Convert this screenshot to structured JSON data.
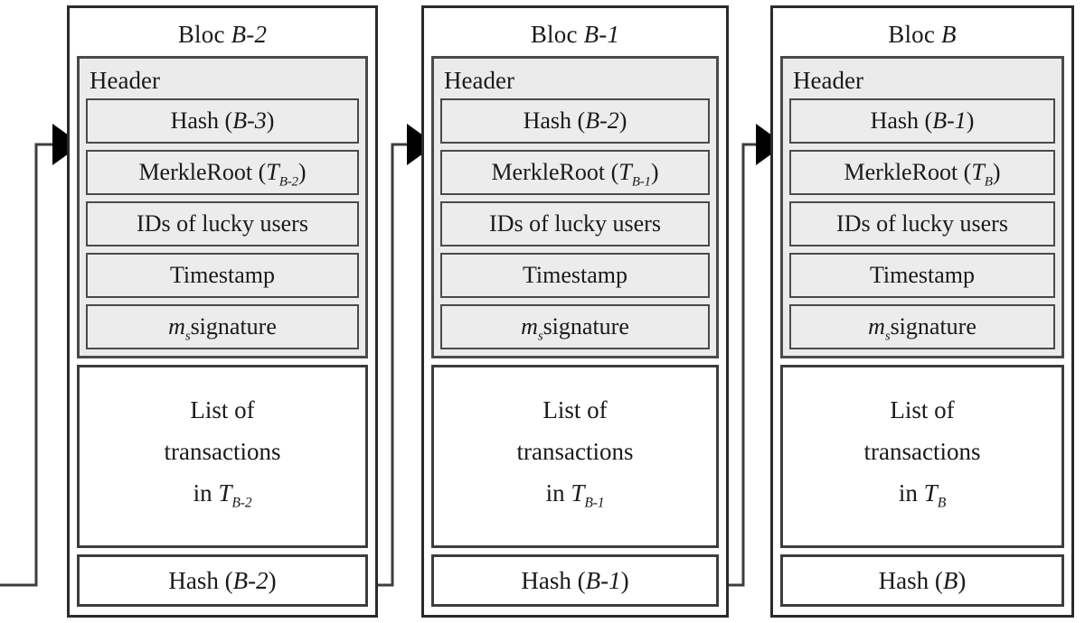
{
  "diagram": {
    "title": "Blockchain block structure chain",
    "colors": {
      "outline": "#2b2b2b",
      "field_border": "#4a4a4a",
      "header_fill": "#ebebeb",
      "field_fill": "#ececec",
      "body_fill": "#ffffff",
      "arrow": "#000000"
    },
    "labels": {
      "header": "Header",
      "ids_of_lucky_users": "IDs of lucky users",
      "timestamp": "Timestamp",
      "signature_symbol": "m",
      "signature_subscript": "s",
      "signature_word": "signature",
      "list_line_1": "List of",
      "list_line_2": "transactions",
      "list_line_3_prefix": "in ",
      "hash_word": "Hash",
      "merkleroot_word": "MerkleRoot",
      "bloc_word": "Bloc"
    },
    "blocks": [
      {
        "id": "block-b-minus-2",
        "title_prefix": "Bloc ",
        "title_index": "B-2",
        "header_label": "Header",
        "prev_hash_label": "Hash (",
        "prev_hash_index": "B-3",
        "prev_hash_close": ")",
        "merkle_label": "MerkleRoot (",
        "merkle_symbol": "T",
        "merkle_subscript": "B-2",
        "merkle_close": ")",
        "ids_label": "IDs of lucky users",
        "timestamp_label": "Timestamp",
        "signature_sym": "m",
        "signature_sub": "s",
        "signature_text": "signature",
        "tx_line1": "List of",
        "tx_line2": "transactions",
        "tx_line3_prefix": "in ",
        "tx_symbol": "T",
        "tx_subscript": "B-2",
        "own_hash_label": "Hash (",
        "own_hash_index": "B-2",
        "own_hash_close": ")"
      },
      {
        "id": "block-b-minus-1",
        "title_prefix": "Bloc ",
        "title_index": "B-1",
        "header_label": "Header",
        "prev_hash_label": "Hash (",
        "prev_hash_index": "B-2",
        "prev_hash_close": ")",
        "merkle_label": "MerkleRoot (",
        "merkle_symbol": "T",
        "merkle_subscript": "B-1",
        "merkle_close": ")",
        "ids_label": "IDs of lucky users",
        "timestamp_label": "Timestamp",
        "signature_sym": "m",
        "signature_sub": "s",
        "signature_text": "signature",
        "tx_line1": "List of",
        "tx_line2": "transactions",
        "tx_line3_prefix": "in ",
        "tx_symbol": "T",
        "tx_subscript": "B-1",
        "own_hash_label": "Hash (",
        "own_hash_index": "B-1",
        "own_hash_close": ")"
      },
      {
        "id": "block-b",
        "title_prefix": "Bloc ",
        "title_index": "B",
        "header_label": "Header",
        "prev_hash_label": "Hash (",
        "prev_hash_index": "B-1",
        "prev_hash_close": ")",
        "merkle_label": "MerkleRoot (",
        "merkle_symbol": "T",
        "merkle_subscript": "B",
        "merkle_close": ")",
        "ids_label": "IDs of lucky users",
        "timestamp_label": "Timestamp",
        "signature_sym": "m",
        "signature_sub": "s",
        "signature_text": "signature",
        "tx_line1": "List of",
        "tx_line2": "transactions",
        "tx_line3_prefix": "in ",
        "tx_symbol": "T",
        "tx_subscript": "B",
        "own_hash_label": "Hash (",
        "own_hash_index": "B",
        "own_hash_close": ")"
      }
    ],
    "connectors": [
      {
        "id": "incoming-arrow-to-block-1",
        "from": "off-canvas-left",
        "to": "block-b-minus-2.prev-hash"
      },
      {
        "id": "arrow-block1-hash-to-block2",
        "from": "block-b-minus-2.own-hash",
        "to": "block-b-minus-1.prev-hash"
      },
      {
        "id": "arrow-block2-hash-to-block3",
        "from": "block-b-minus-1.own-hash",
        "to": "block-b.prev-hash"
      }
    ]
  }
}
